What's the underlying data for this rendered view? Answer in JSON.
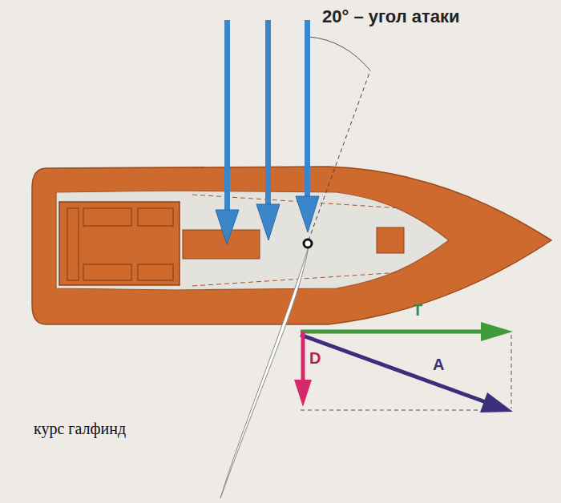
{
  "diagram": {
    "labels": [
      "20° – угол атаки",
      "T",
      "A",
      "D",
      "курс галфинд"
    ]
  }
}
